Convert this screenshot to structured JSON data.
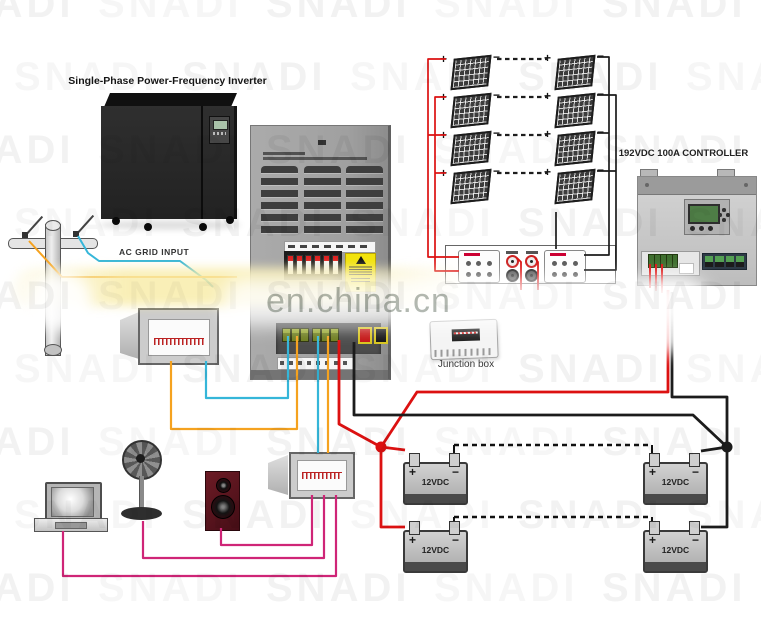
{
  "watermark": {
    "brand": "SNADI",
    "site": "en.china.cn"
  },
  "title": "Single-Phase Power-Frequency Inverter",
  "pole": {
    "label": "AC GRID INPUT"
  },
  "controller": {
    "label": "192VDC 100A CONTROLLER"
  },
  "junction_box": {
    "label": "Junction box"
  },
  "solar": {
    "plus": "+",
    "minus": "−"
  },
  "batteries": [
    {
      "label": "12VDC",
      "plus": "+",
      "minus": "−"
    },
    {
      "label": "12VDC",
      "plus": "+",
      "minus": "−"
    },
    {
      "label": "12VDC",
      "plus": "+",
      "minus": "−"
    },
    {
      "label": "12VDC",
      "plus": "+",
      "minus": "−"
    }
  ],
  "colors": {
    "wire_ac_live": "#35b6d9",
    "wire_ac_neutral": "#f5a21f",
    "wire_dc_pos": "#dc1111",
    "wire_dc_neg": "#1c1c1c",
    "wire_load": "#cf2577",
    "warning_sticker": "#f2e30c",
    "panel_gray": "#a3a3a3"
  }
}
